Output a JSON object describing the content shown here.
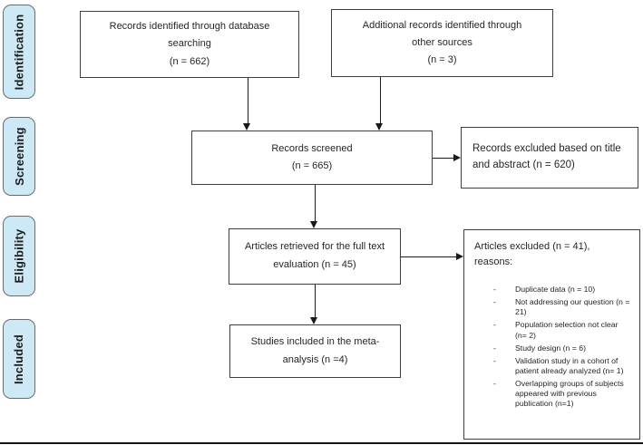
{
  "colors": {
    "stage_fill": "#cde9f6",
    "stage_border": "#6b6b6b",
    "box_border": "#3f3f3f",
    "text": "#262626",
    "arrow": "#1a1a1a",
    "background": "#ffffff"
  },
  "stages": {
    "identification": "Identification",
    "screening": "Screening",
    "eligibility": "Eligibility",
    "included": "Included"
  },
  "boxes": {
    "database": {
      "text": "Records identified through database searching",
      "count": "(n = 662)"
    },
    "other_sources": {
      "text": "Additional records identified through other sources",
      "count": "(n = 3)"
    },
    "screened": {
      "text": "Records screened",
      "count": "(n = 665)"
    },
    "excluded_title_abstract": {
      "text": "Records excluded based on title and abstract (n = 620)"
    },
    "full_text": {
      "text": "Articles retrieved for the full text evaluation (n = 45)"
    },
    "included_meta": {
      "text": "Studies included in the meta-analysis (n =4)"
    },
    "excluded_full_text": {
      "title": "Articles excluded (n = 41), reasons:",
      "items": [
        "Duplicate data (n = 10)",
        "Not addressing our question (n = 21)",
        "Population selection not clear (n= 2)",
        "Study design (n = 6)",
        "Validation study in a cohort of patient already analyzed (n= 1)",
        "Overlapping groups of subjects appeared with previous publication (n=1)"
      ]
    }
  }
}
